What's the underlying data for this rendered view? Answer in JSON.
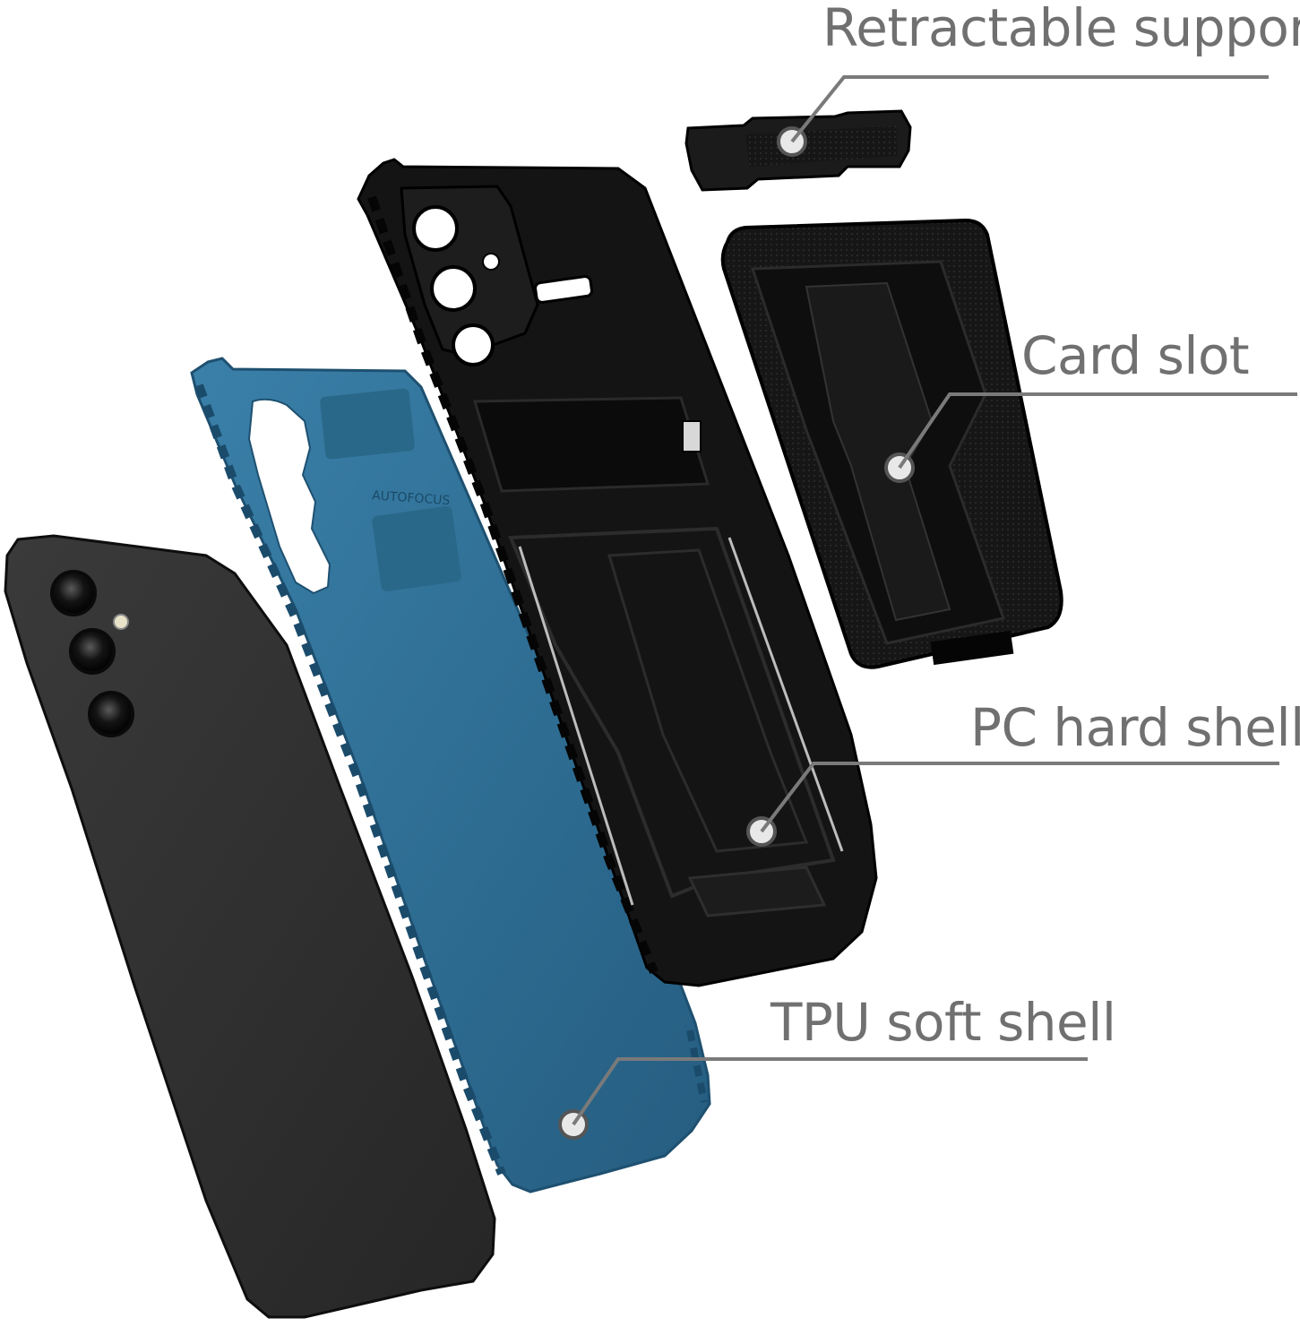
{
  "callouts": {
    "retractable_support": "Retractable support",
    "card_slot": "Card slot",
    "pc_hard_shell": "PC hard shell",
    "tpu_soft_shell": "TPU soft shell"
  },
  "case_text": {
    "autofocus": "AUTOFOCUS"
  },
  "colors": {
    "tpu_shell": "#2f6e95",
    "pc_shell": "#111111",
    "phone_body": "#2f2f2f",
    "callout_line": "#7a7a7a",
    "callout_text": "#707070"
  }
}
